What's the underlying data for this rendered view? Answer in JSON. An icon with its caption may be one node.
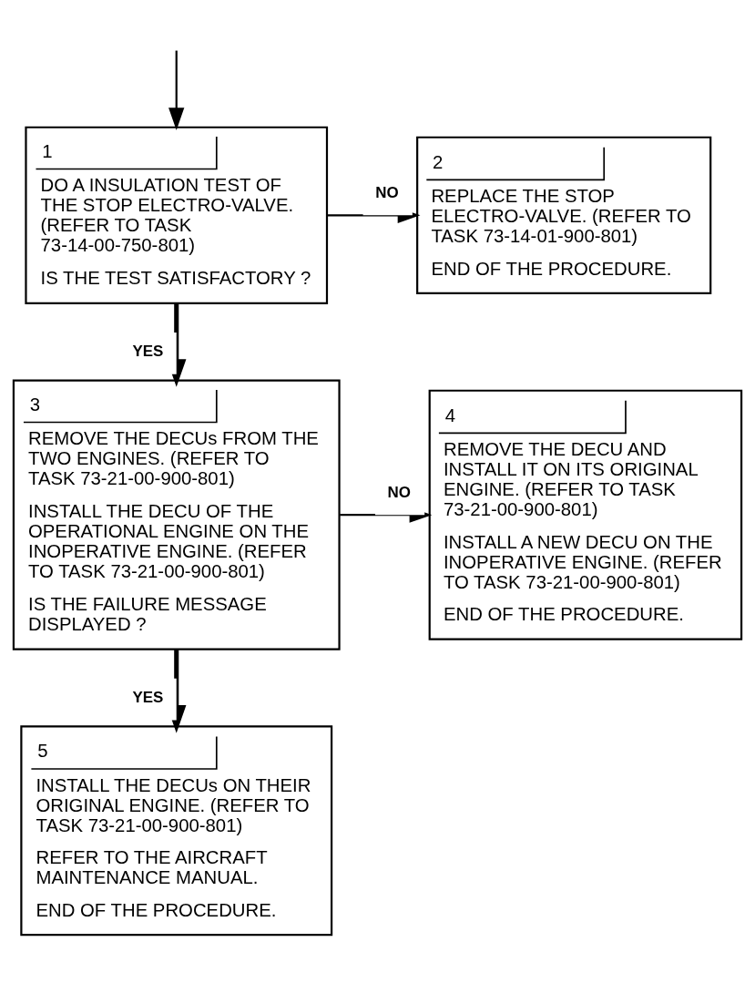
{
  "diagram": {
    "nodes": [
      {
        "text": [
          "1",
          "DO A INSULATION TEST OF THE STOP ELECTRO-VALVE. (REFER TO TASK 73-14-00-750-801)",
          "IS THE TEST SATISFACTORY ?"
        ]
      },
      {
        "text": [
          "2",
          "REPLACE THE STOP ELECTRO-VALVE. (REFER TO TASK 73-14-01-900-801)",
          "END OF THE PROCEDURE."
        ]
      },
      {
        "text": [
          "3",
          "REMOVE THE DECUs FROM THE TWO ENGINES. (REFER TO TASK 73-21-00-900-801)",
          "INSTALL THE DECU OF THE OPERATIONAL ENGINE ON THE INOPERATIVE ENGINE. (REFER TO TASK 73-21-00-900-801)",
          "IS THE FAILURE MESSAGE DISPLAYED ?"
        ]
      },
      {
        "text": [
          "4",
          "REMOVE THE DECU AND INSTALL IT ON ITS ORIGINAL ENGINE. (REFER TO TASK 73-21-00-900-801)",
          "INSTALL A NEW DECU ON THE INOPERATIVE ENGINE. (REFER TO TASK 73-21-00-900-801)",
          "END OF THE PROCEDURE."
        ]
      },
      {
        "text": [
          "5",
          "INSTALL THE DECUs ON THEIR ORIGINAL ENGINE. (REFER TO TASK 73-21-00-900-801)",
          "REFER TO THE AIRCRAFT MAINTENANCE MANUAL.",
          "END OF THE PROCEDURE."
        ]
      }
    ],
    "edges": [
      {
        "from": null,
        "to": 0,
        "arrow": "to"
      },
      {
        "from": 0,
        "to": 1,
        "arrow": "to",
        "label": "NO"
      },
      {
        "from": 0,
        "to": 2,
        "arrow": "to",
        "label": "YES",
        "style": "thick"
      },
      {
        "from": 2,
        "to": 3,
        "arrow": "to",
        "label": "NO"
      },
      {
        "from": 2,
        "to": 4,
        "arrow": "to",
        "label": "YES",
        "style": "thick"
      }
    ]
  }
}
